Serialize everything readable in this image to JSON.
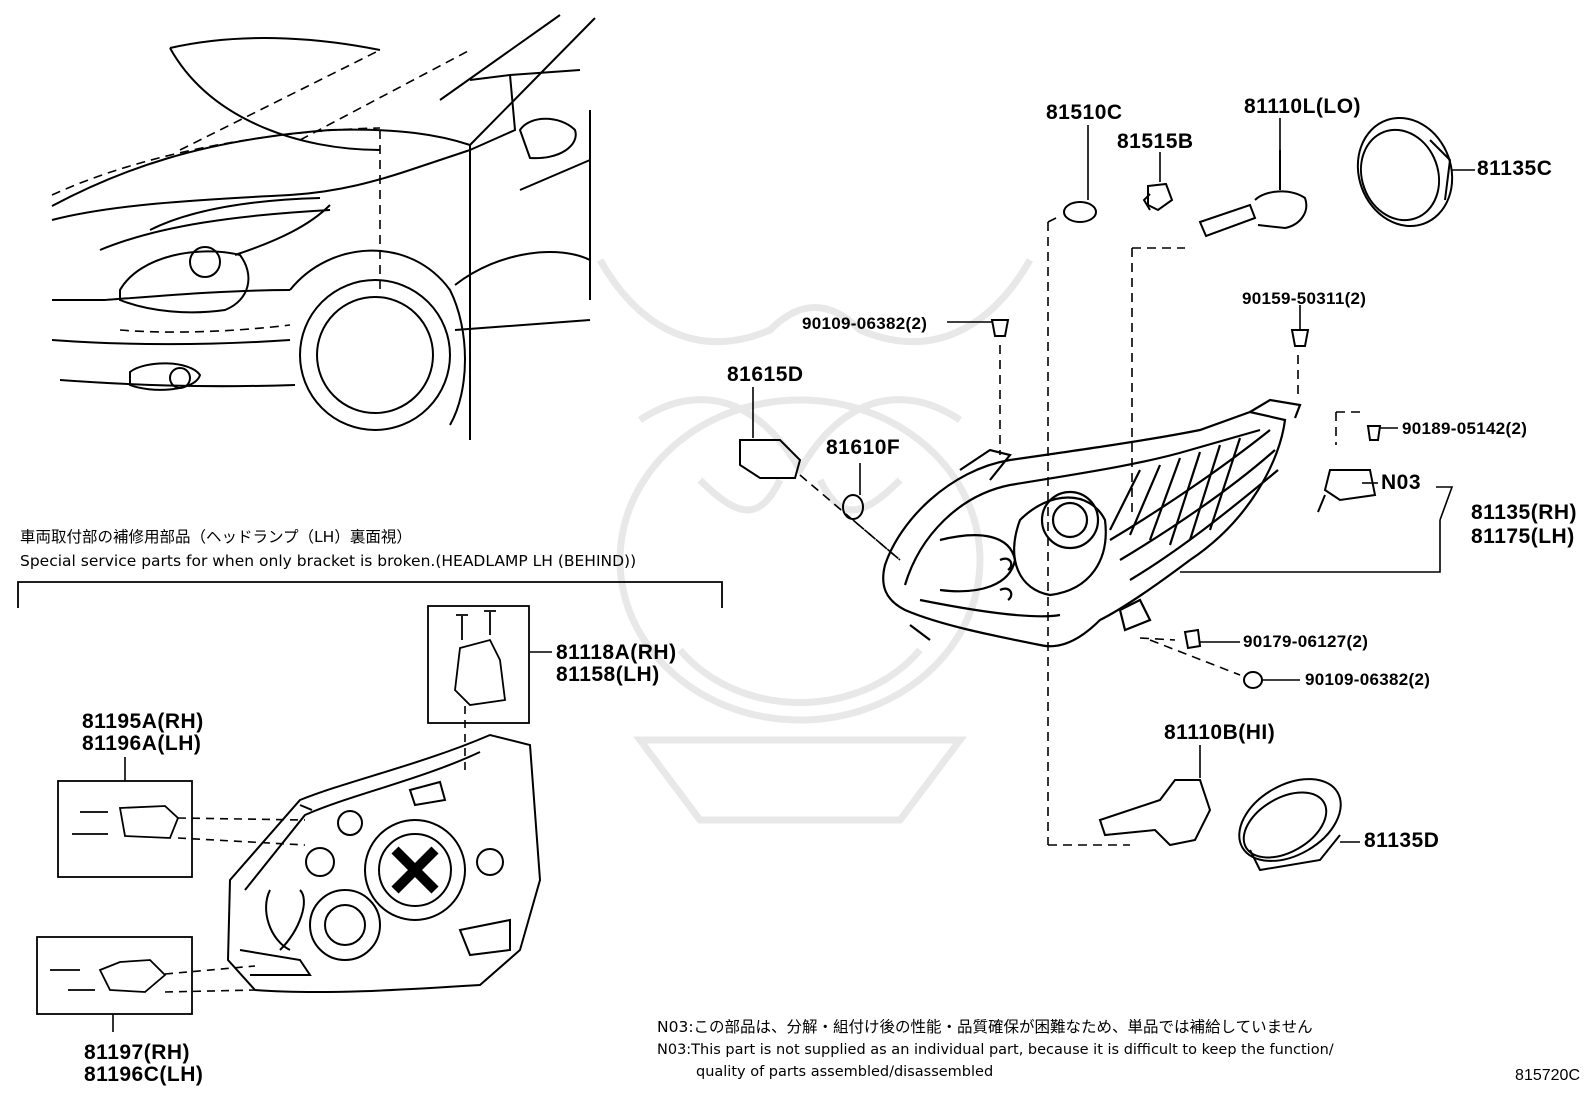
{
  "parts": {
    "p81510C": "81510C",
    "p81515B": "81515B",
    "p81110L": "81110L(LO)",
    "p81135C": "81135C",
    "p90159": "90159-50311(2)",
    "p90109a": "90109-06382(2)",
    "p81615D": "81615D",
    "p81610F": "81610F",
    "p90189": "90189-05142(2)",
    "pN03": "N03",
    "p81135RH": "81135(RH)",
    "p81175LH": "81175(LH)",
    "p90179": "90179-06127(2)",
    "p90109b": "90109-06382(2)",
    "p81110B": "81110B(HI)",
    "p81135D": "81135D",
    "p81118A": "81118A(RH)",
    "p81158": "81158(LH)",
    "p81195A": "81195A(RH)",
    "p81196A": "81196A(LH)",
    "p81197": "81197(RH)",
    "p81196C": "81196C(LH)"
  },
  "special_service": {
    "heading_jp": "車両取付部の補修用部品（ヘッドランプ（LH）裏面視）",
    "heading_en": "Special service parts for when only bracket is broken.(HEADLAMP LH (BEHIND))"
  },
  "notes": {
    "n03_jp": "N03:この部品は、分解・組付け後の性能・品質確保が困難なため、単品では補給していません",
    "n03_en_1": "N03:This part is not supplied as an individual part, because it is difficult to keep the function/",
    "n03_en_2": "quality of parts assembled/disassembled"
  },
  "figure_code": "815720C"
}
